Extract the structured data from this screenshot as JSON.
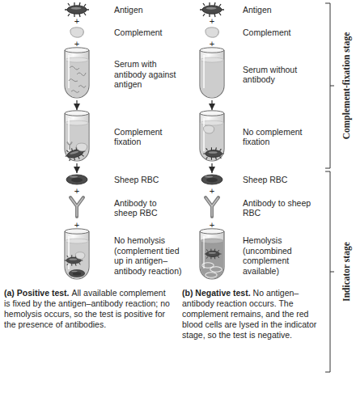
{
  "diagram": {
    "nodes": [
      {
        "text": [
          "Antigen"
        ]
      },
      {
        "text": [
          "Complement"
        ]
      },
      {
        "text": [
          "Serum with antibody against antigen"
        ]
      },
      {
        "text": [
          "Complement fixation"
        ]
      },
      {
        "text": [
          "Sheep RBC"
        ]
      },
      {
        "text": [
          "Antibody to sheep RBC"
        ]
      },
      {
        "text": [
          "No hemolysis (complement tied up in antigen–antibody reaction)"
        ]
      },
      {
        "text": [
          "Antigen"
        ]
      },
      {
        "text": [
          "Complement"
        ]
      },
      {
        "text": [
          "Serum without antibody"
        ]
      },
      {
        "text": [
          "No complement fixation"
        ]
      },
      {
        "text": [
          "Sheep RBC"
        ]
      },
      {
        "text": [
          "Antibody to sheep RBC"
        ]
      },
      {
        "text": [
          "Hemolysis (uncombined complement available)"
        ]
      }
    ],
    "edges": [
      {
        "from": 2,
        "to": 3,
        "arrow": "to"
      },
      {
        "from": 3,
        "to": 4,
        "arrow": "to"
      },
      {
        "from": 9,
        "to": 10,
        "arrow": "to"
      },
      {
        "from": 10,
        "to": 11,
        "arrow": "to"
      }
    ],
    "labels": [
      "+",
      "+",
      "+",
      "+",
      "+",
      "+",
      "+",
      "+",
      "(a) Positive test.",
      "All available complement is fixed by the antigen–antibody reaction; no hemolysis occurs, so the test is positive for the presence of antibodies.",
      "(b) Negative test.",
      "No antigen–antibody reaction occurs. The complement remains, and the red blood cells are lysed in the indicator stage, so the test is negative.",
      "Complement-fixation stage",
      "Indicator stage"
    ]
  }
}
